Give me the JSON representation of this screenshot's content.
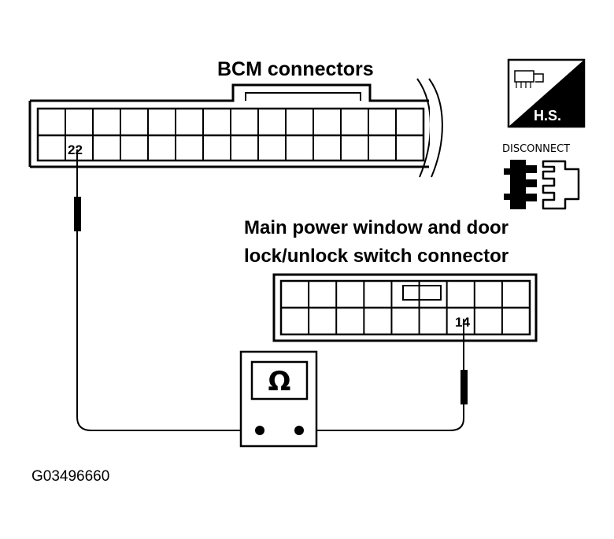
{
  "bcm_label": "BCM connectors",
  "bcm_pin": "22",
  "switch_label_line1": "Main power window and door",
  "switch_label_line2": "lock/unlock switch connector",
  "switch_pin": "14",
  "ohm_symbol": "Ω",
  "hs_badge": "H.S.",
  "disconnect_label": "DISCONNECT",
  "figure_id": "G03496660",
  "icons": {
    "harness_side": "harness-side-icon",
    "disconnect": "disconnect-connector-icon",
    "ohmmeter": "ohmmeter-icon"
  }
}
